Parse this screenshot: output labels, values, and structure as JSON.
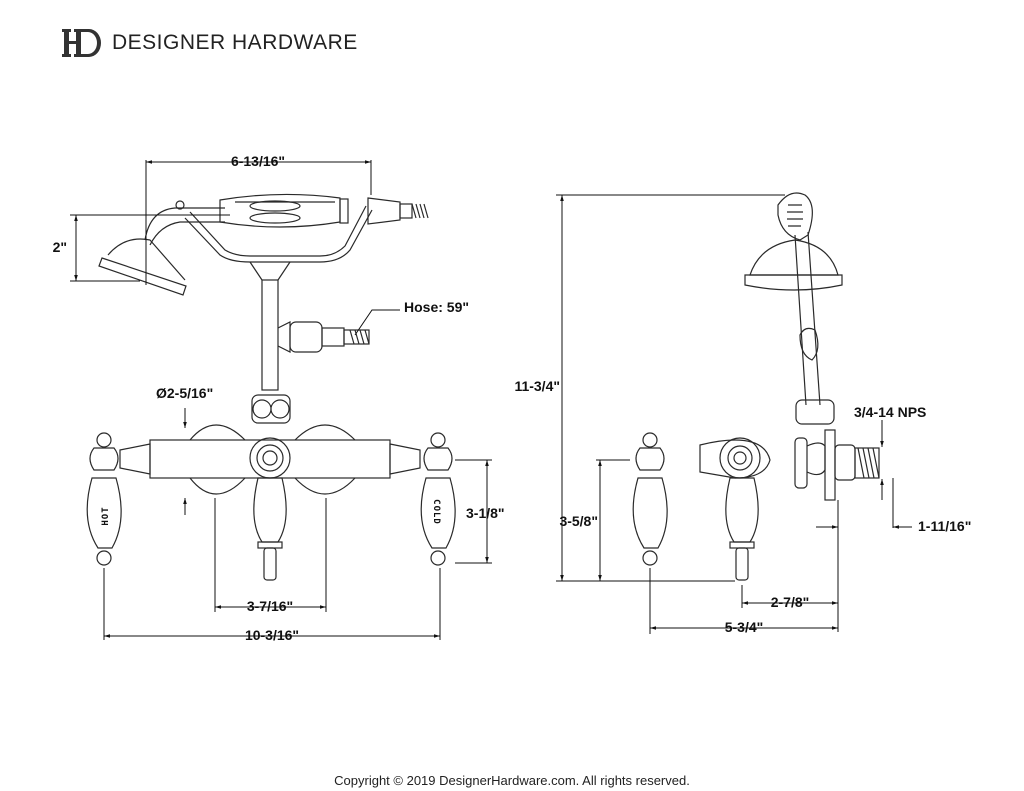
{
  "brand": {
    "name": "DESIGNER HARDWARE",
    "logo_letters": "DH",
    "logo_icon": "dh-monogram-logo"
  },
  "front_view": {
    "dimensions": {
      "handshower_length": "6-13/16\"",
      "handshower_height": "2\"",
      "hose": "Hose: 59\"",
      "body_diameter": "Ø2-5/16\"",
      "handle_height": "3-1/8\"",
      "center_spacing": "3-7/16\"",
      "overall_width": "10-3/16\""
    },
    "handle_labels": {
      "hot": "HOT",
      "cold": "COLD"
    }
  },
  "side_view": {
    "dimensions": {
      "overall_height": "11-3/4\"",
      "thread_spec": "3/4-14 NPS",
      "handle_height": "3-5/8\"",
      "thread_length": "1-11/16\"",
      "spout_projection": "2-7/8\"",
      "overall_depth": "5-3/4\""
    }
  },
  "footer": {
    "copyright": "Copyright © 2019 DesignerHardware.com. All rights reserved."
  },
  "colors": {
    "line": "#2a2a2a",
    "text": "#111111",
    "background": "#ffffff"
  }
}
